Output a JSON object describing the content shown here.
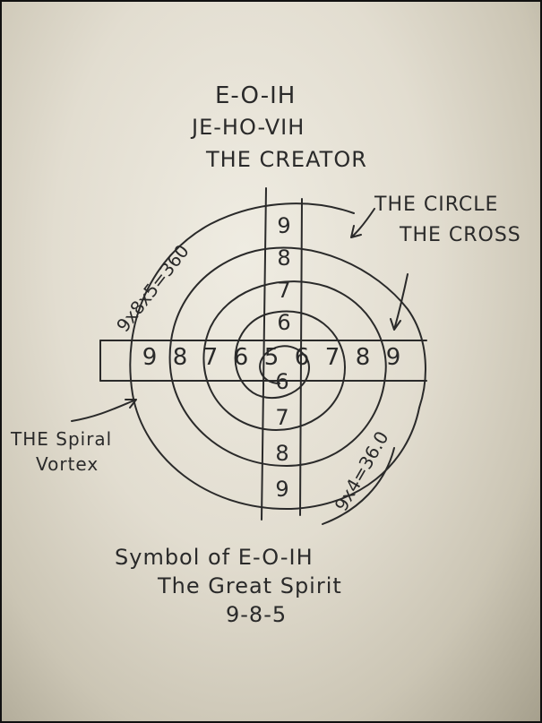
{
  "header": {
    "line1": "E-O-IH",
    "line2": "JE-HO-VIH",
    "line3": "THE CREATOR"
  },
  "labels": {
    "circle": "THE CIRCLE",
    "cross": "THE CROSS",
    "spiral_line1": "THE Spiral",
    "spiral_line2": "Vortex",
    "equation_top": "9x8x5=360",
    "equation_bottom": "9x4=36.0"
  },
  "cross": {
    "horizontal": [
      "9",
      "8",
      "7",
      "6",
      "5",
      "6",
      "7",
      "8",
      "9"
    ],
    "vertical_top": [
      "9",
      "8",
      "7",
      "6"
    ],
    "vertical_bottom": [
      "6",
      "7",
      "8",
      "9"
    ]
  },
  "footer": {
    "line1": "Symbol of E-O-IH",
    "line2": "The Great Spirit",
    "line3": "9-8-5"
  },
  "colors": {
    "ink": "#2a2a2a",
    "paper": "#e6e1d4"
  }
}
